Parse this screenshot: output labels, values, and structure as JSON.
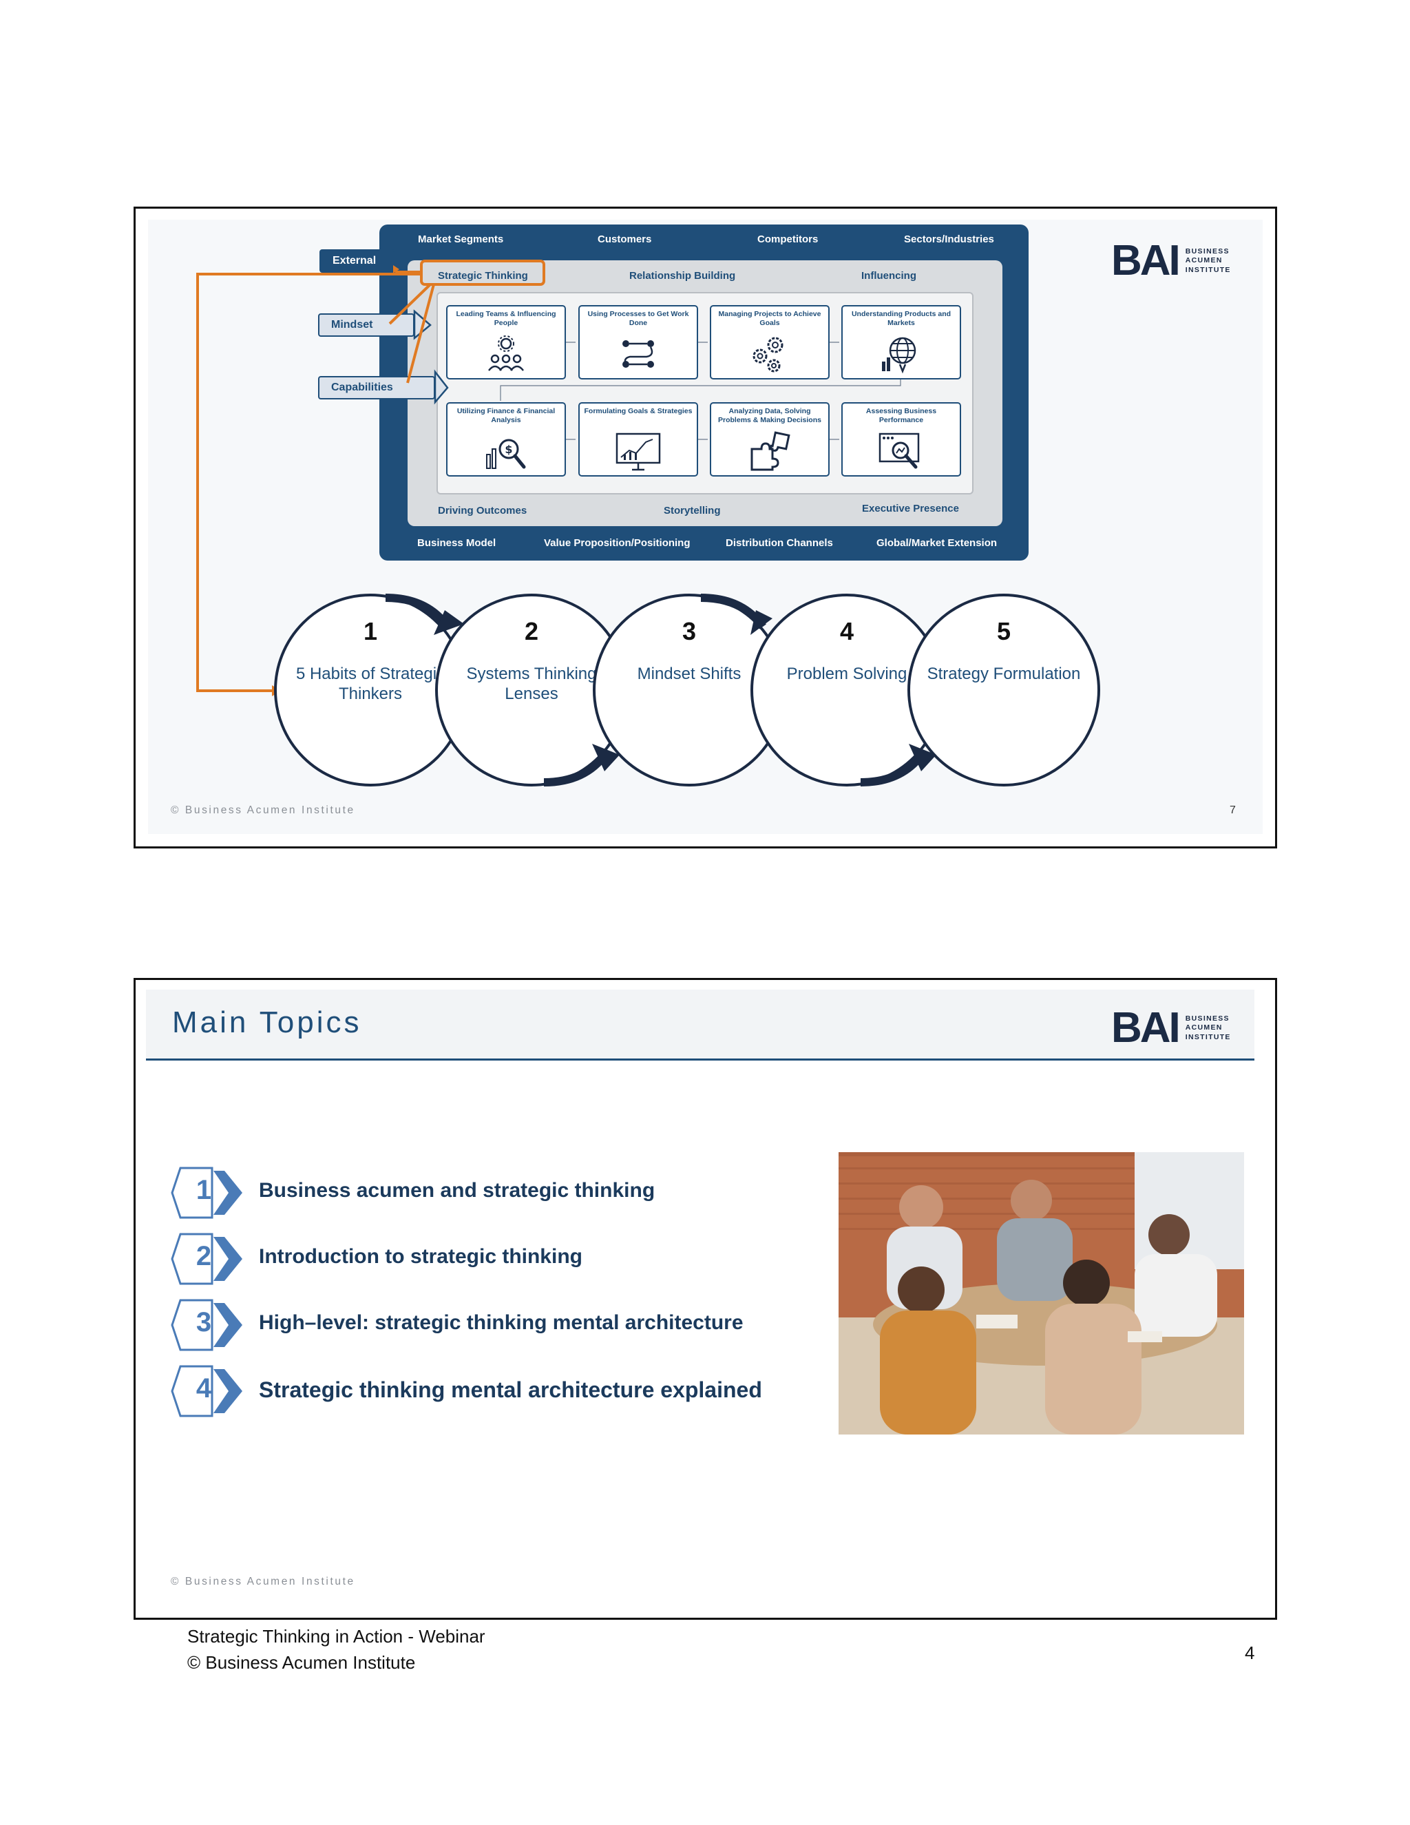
{
  "slide1": {
    "outer_top": [
      "Market Segments",
      "Customers",
      "Competitors",
      "Sectors/Industries"
    ],
    "outer_bottom": [
      "Business Model",
      "Value Proposition/Positioning",
      "Distribution Channels",
      "Global/Market Extension"
    ],
    "middle_top": [
      "Strategic Thinking",
      "Relationship Building",
      "Influencing"
    ],
    "middle_bottom": [
      "Driving Outcomes",
      "Storytelling",
      "Executive Presence"
    ],
    "side_tags": [
      "External",
      "Mindset",
      "Capabilities"
    ],
    "boxes_row1": [
      {
        "title": "Leading Teams & Influencing People",
        "icon": "team-gear-icon"
      },
      {
        "title": "Using Processes to Get Work Done",
        "icon": "process-flow-icon"
      },
      {
        "title": "Managing Projects to Achieve Goals",
        "icon": "gears-icon"
      },
      {
        "title": "Understanding Products and Markets",
        "icon": "globe-market-icon"
      }
    ],
    "boxes_row2": [
      {
        "title": "Utilizing Finance & Financial Analysis",
        "icon": "finance-magnifier-icon"
      },
      {
        "title": "Formulating Goals & Strategies",
        "icon": "strategy-board-icon"
      },
      {
        "title": "Analyzing Data, Solving Problems & Making Decisions",
        "icon": "puzzle-icon"
      },
      {
        "title": "Assessing Business Performance",
        "icon": "performance-dashboard-icon"
      }
    ],
    "habits": [
      {
        "num": "1",
        "label": "5 Habits of Strategic Thinkers"
      },
      {
        "num": "2",
        "label": "Systems Thinking Lenses"
      },
      {
        "num": "3",
        "label": "Mindset Shifts"
      },
      {
        "num": "4",
        "label": "Problem Solving"
      },
      {
        "num": "5",
        "label": "Strategy Formulation"
      }
    ],
    "footer": "© Business Acumen Institute",
    "page": "7"
  },
  "slide2": {
    "title": "Main Topics",
    "topics": [
      {
        "num": "1",
        "text": "Business acumen and strategic thinking"
      },
      {
        "num": "2",
        "text": "Introduction to strategic thinking"
      },
      {
        "num": "3",
        "text": "High–level: strategic thinking mental architecture"
      },
      {
        "num": "4",
        "text": "Strategic thinking mental architecture explained"
      }
    ],
    "footer": "© Business Acumen Institute"
  },
  "logo": {
    "mark": "BAI",
    "line1": "BUSINESS",
    "line2": "ACUMEN",
    "line3": "INSTITUTE"
  },
  "document": {
    "footer_line1": "Strategic Thinking in Action - Webinar",
    "footer_line2": "© Business Acumen Institute",
    "page": "4"
  },
  "colors": {
    "navy": "#1f4e79",
    "accent_orange": "#e07a22",
    "light_gray": "#d9dcdf",
    "logo_green": "#2e7d5b"
  }
}
